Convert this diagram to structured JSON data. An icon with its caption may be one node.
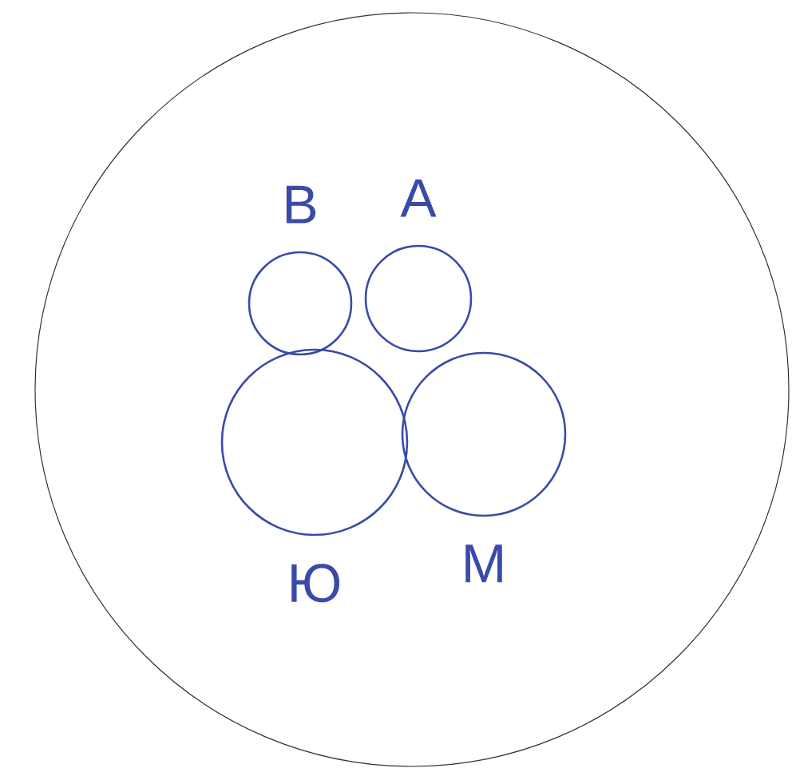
{
  "diagram": {
    "nodes": [
      {
        "text": [],
        "shape": "circle"
      },
      {
        "text": [
          "В"
        ],
        "in": 0
      },
      {
        "text": [
          "А"
        ],
        "in": 0
      },
      {
        "text": [
          "Ю"
        ],
        "in": 0
      },
      {
        "text": [
          "М"
        ],
        "in": 0
      }
    ]
  }
}
